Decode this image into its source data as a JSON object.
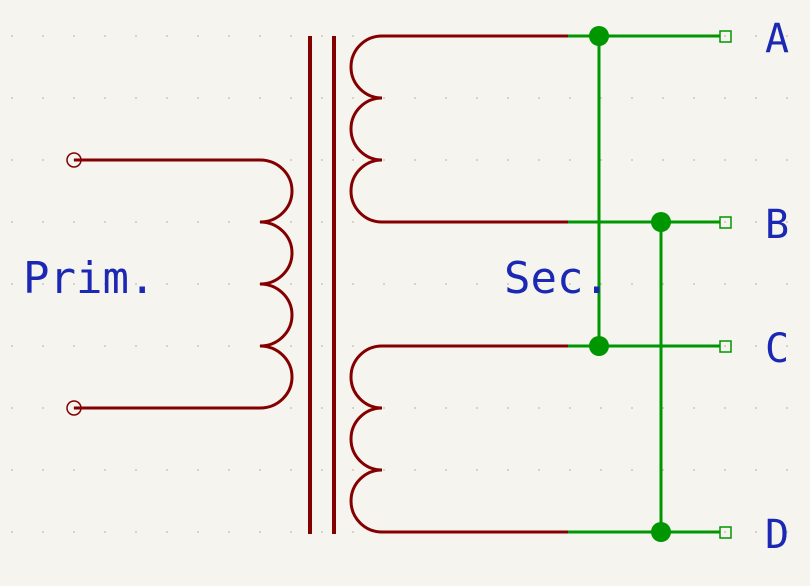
{
  "labels": {
    "primary": "Prim.",
    "secondary": "Sec.",
    "terminal_a": "A",
    "terminal_b": "B",
    "terminal_c": "C",
    "terminal_d": "D"
  },
  "colors": {
    "background": "#f5f4ef",
    "winding": "#840000",
    "wire": "#009600",
    "text": "#1b28b4"
  }
}
